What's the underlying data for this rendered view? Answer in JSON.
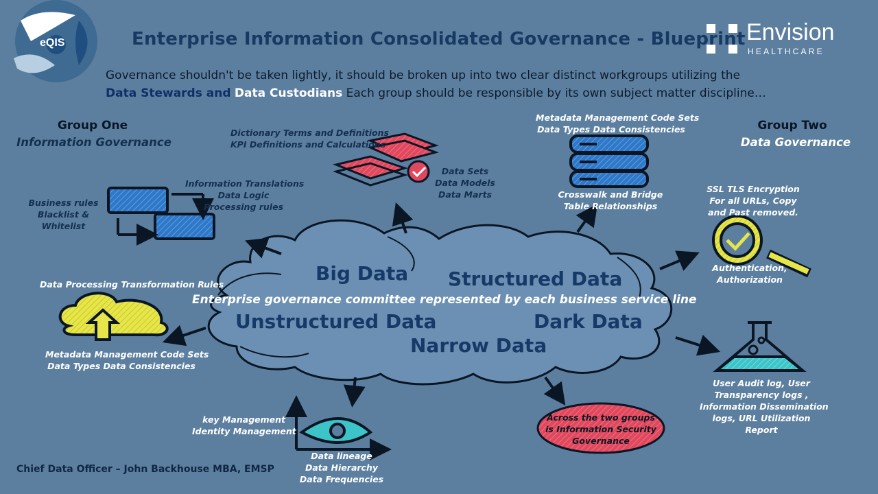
{
  "logo": {
    "eqis": "eQIS",
    "envision": "Envision",
    "healthcare": "HEALTHCARE"
  },
  "title": "Enterprise Information Consolidated Governance - Blueprint",
  "subtitle": {
    "line1": "Governance shouldn't be taken lightly, it should be broken up into two clear distinct workgroups utilizing the",
    "stewards": "Data Stewards and",
    "custodians": "Data Custodians",
    "rest": "Each group should be responsible  by its own subject matter discipline…"
  },
  "group_one": {
    "heading": "Group One",
    "subheading": "Information  Governance"
  },
  "group_two": {
    "heading": "Group Two",
    "subheading": "Data Governance"
  },
  "cloud": {
    "big_data": "Big Data",
    "structured_data": "Structured Data",
    "center_line": "Enterprise governance committee represented by each business service line",
    "unstructured_data": "Unstructured Data",
    "dark_data": "Dark Data",
    "narrow_data": "Narrow Data"
  },
  "labels": {
    "dictionary": [
      "Dictionary Terms and Definitions",
      "KPI Definitions and Calculations"
    ],
    "datasets": [
      "Data Sets",
      "Data Models",
      "Data Marts"
    ],
    "metadata_top": [
      "Metadata Management Code Sets",
      "Data Types Data Consistencies"
    ],
    "crosswalk": [
      "Crosswalk and Bridge",
      "Table Relationships"
    ],
    "info_translations": [
      "Information Translations",
      "Data Logic",
      "Processing rules"
    ],
    "business_rules": [
      "Business rules",
      "Blacklist &",
      "Whitelist"
    ],
    "ssl": [
      "SSL TLS Encryption",
      "For all URLs, Copy",
      "and Past removed."
    ],
    "auth": [
      "Authentication,",
      "Authorization"
    ],
    "data_processing": "Data Processing Transformation Rules",
    "metadata_bottom": [
      "Metadata Management Code Sets",
      "Data Types Data Consistencies"
    ],
    "audit": [
      "User Audit log, User",
      "Transparency logs ,",
      "Information Dissemination",
      "logs, URL Utilization",
      "Report"
    ],
    "key_mgmt": [
      "key Management",
      "Identity Management"
    ],
    "lineage": [
      "Data lineage",
      "Data Hierarchy",
      "Data Frequencies"
    ],
    "security_oval": [
      "Across the two groups",
      "is Information Security",
      "Governance"
    ]
  },
  "footer": "Chief Data Officer – John Backhouse MBA, EMSP",
  "colors": {
    "background": "#5c7fa0",
    "title": "#173a63",
    "oval": "#e0485e",
    "accent_yellow": "#e8e84a",
    "accent_teal": "#3cc4c8"
  }
}
